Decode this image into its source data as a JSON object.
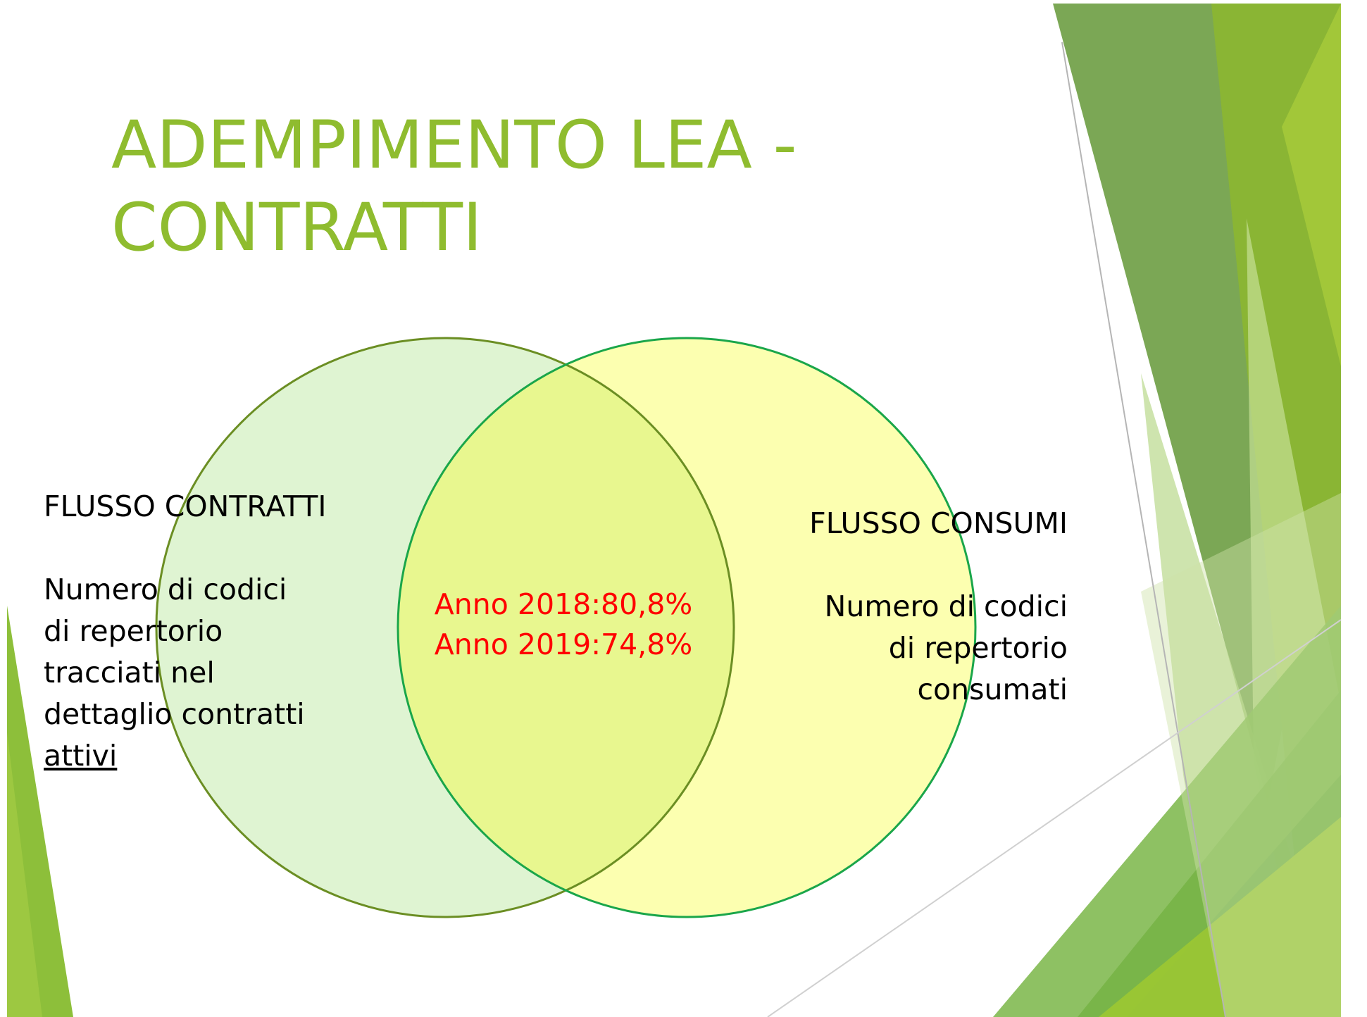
{
  "slide": {
    "title_line1": "ADEMPIMENTO LEA -",
    "title_line2": "CONTRATTI"
  },
  "venn": {
    "left_set": {
      "heading": "FLUSSO CONTRATTI",
      "lines": [
        "Numero di codici",
        "di repertorio",
        "tracciati nel",
        "dettaglio contratti"
      ],
      "underlined_word": "attivi"
    },
    "right_set": {
      "heading": "FLUSSO CONSUMI",
      "lines": [
        "Numero di codici",
        "di repertorio",
        "consumati"
      ]
    },
    "intersection": {
      "line1": "Anno 2018:80,8%",
      "line2": "Anno 2019:74,8%"
    },
    "colors": {
      "left_fill": "#dff4d2",
      "left_stroke": "#6b8e23",
      "right_fill": "#fcffb0",
      "right_stroke": "#1aa64a",
      "overlap_fill": "#e8f78f",
      "highlight_text": "#ff0000",
      "title": "#8fbc2f"
    }
  }
}
